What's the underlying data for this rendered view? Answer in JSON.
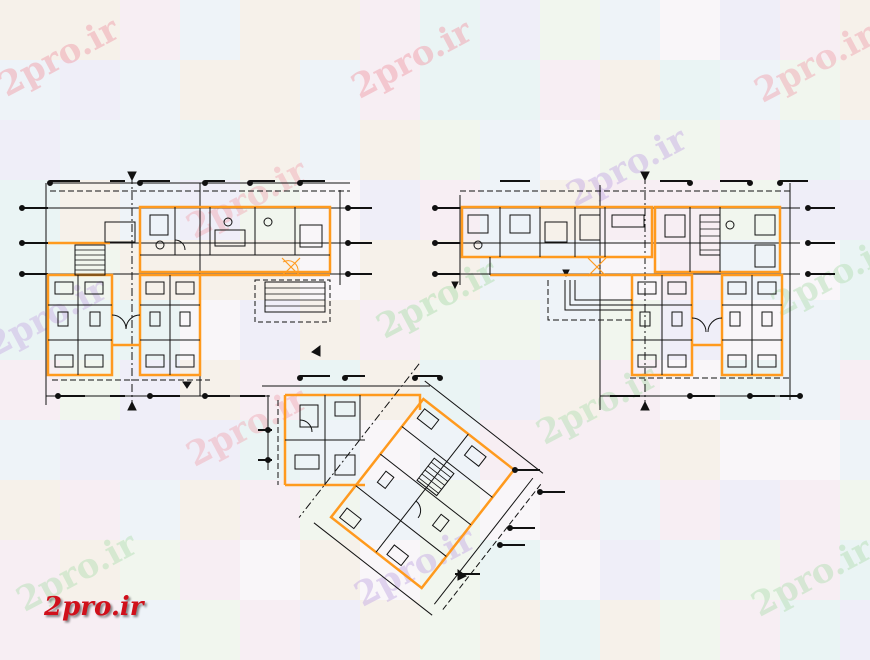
{
  "watermark": {
    "text": "2pro.ir",
    "colors": [
      "#f0a9b3",
      "#cbb5e6",
      "#b7e0b7",
      "#a9d5e8"
    ]
  },
  "brand": {
    "text": "2pro.ir",
    "color": "#d0101b"
  },
  "drawing": {
    "type": "architectural floor plans",
    "plan_count": 3,
    "colors": {
      "line": "#111111",
      "wall": "#ff9a1e",
      "background": "#f4f2f6"
    }
  }
}
